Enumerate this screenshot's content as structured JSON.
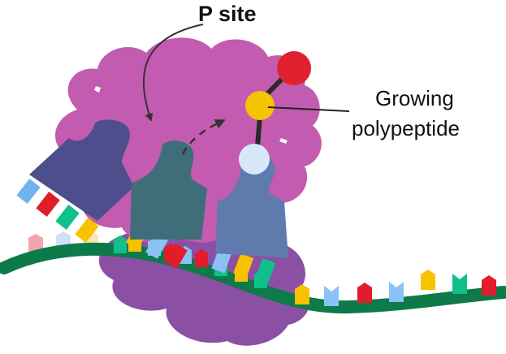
{
  "labels": {
    "p_site": "P site",
    "polypeptide_line1": "Growing",
    "polypeptide_line2": "polypeptide"
  },
  "colors": {
    "small_subunit": "#8b4fa3",
    "large_subunit": "#c35bb0",
    "mrna": "#0d7a4a",
    "trna_left": "#4d4e8c",
    "trna_middle": "#3f6e7a",
    "trna_right": "#5f7aad",
    "amino_acid_red": "#e0202e",
    "amino_acid_yellow": "#f5c400",
    "amino_acid_pale": "#d8e8fb",
    "arrow": "#333333"
  },
  "bases_under_mrna": [
    {
      "shape": "hex",
      "color": "#f7c200"
    },
    {
      "shape": "notch",
      "color": "#8ac2f5"
    },
    {
      "shape": "hex",
      "color": "#e11d2b"
    },
    {
      "shape": "notch",
      "color": "#8ac2f5"
    },
    {
      "shape": "hex",
      "color": "#f7c200"
    },
    {
      "shape": "notch",
      "color": "#10c08a"
    },
    {
      "shape": "hex",
      "color": "#e11d2b"
    }
  ],
  "bases_under_ribosome": [
    {
      "color": "#10c08a"
    },
    {
      "color": "#f7c200"
    },
    {
      "color": "#8ac2f5"
    },
    {
      "color": "#e11d2b"
    },
    {
      "color": "#8ac2f5"
    },
    {
      "color": "#e11d2b"
    },
    {
      "color": "#10c08a"
    },
    {
      "color": "#f7c200"
    },
    {
      "color": "#10c08a"
    }
  ],
  "anticodon_left": [
    {
      "color": "#6fb4f0"
    },
    {
      "color": "#e11d2b"
    },
    {
      "color": "#10c08a"
    },
    {
      "color": "#f7c200"
    }
  ],
  "anticodon_middle": [
    {
      "color": "#f7c200"
    },
    {
      "color": "#8ac2f5"
    },
    {
      "color": "#e11d2b"
    }
  ],
  "anticodon_right": [
    {
      "color": "#8ac2f5"
    },
    {
      "color": "#f7c200"
    },
    {
      "color": "#10c08a"
    }
  ],
  "exiting_bases": [
    {
      "color": "#f2a5ad"
    },
    {
      "color": "#cfe3f7"
    },
    {
      "color": "#f6e7b0"
    }
  ]
}
